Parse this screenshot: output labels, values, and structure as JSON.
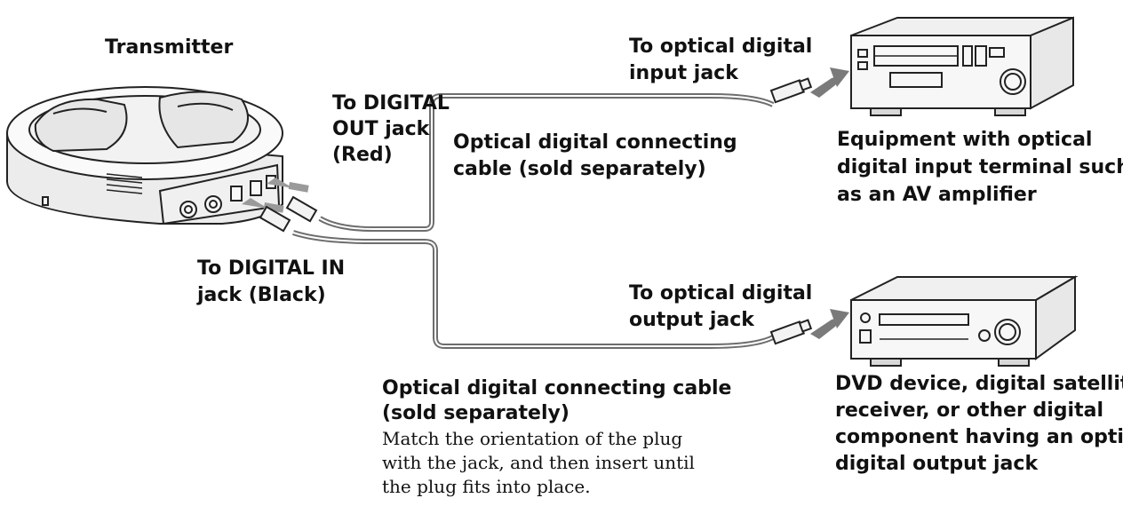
{
  "labels": {
    "transmitter": "Transmitter",
    "to_digital_out": [
      "To DIGITAL",
      "OUT jack",
      "(Red)"
    ],
    "cable_top": [
      "Optical digital connecting",
      "cable (sold separately)"
    ],
    "to_optical_input": [
      "To optical digital",
      "input jack"
    ],
    "equipment_top": [
      "Equipment with optical",
      "digital input terminal such",
      "as an AV amplifier"
    ],
    "to_digital_in": [
      "To DIGITAL IN",
      "jack (Black)"
    ],
    "to_optical_output": [
      "To optical digital",
      "output jack"
    ],
    "cable_bottom_title": [
      "Optical digital connecting cable",
      "(sold separately)"
    ],
    "cable_bottom_note": [
      "Match the orientation of the plug",
      "with the jack, and then insert until",
      "the plug fits into place."
    ],
    "equipment_bottom": [
      "DVD device, digital satellite/TV",
      "receiver, or other digital",
      "component having an optical",
      "digital output jack"
    ]
  },
  "colors": {
    "line": "#222222",
    "device_fill": "#f7f7f7",
    "arrow": "#7a7a7a",
    "cable": "#6d6d6d"
  }
}
